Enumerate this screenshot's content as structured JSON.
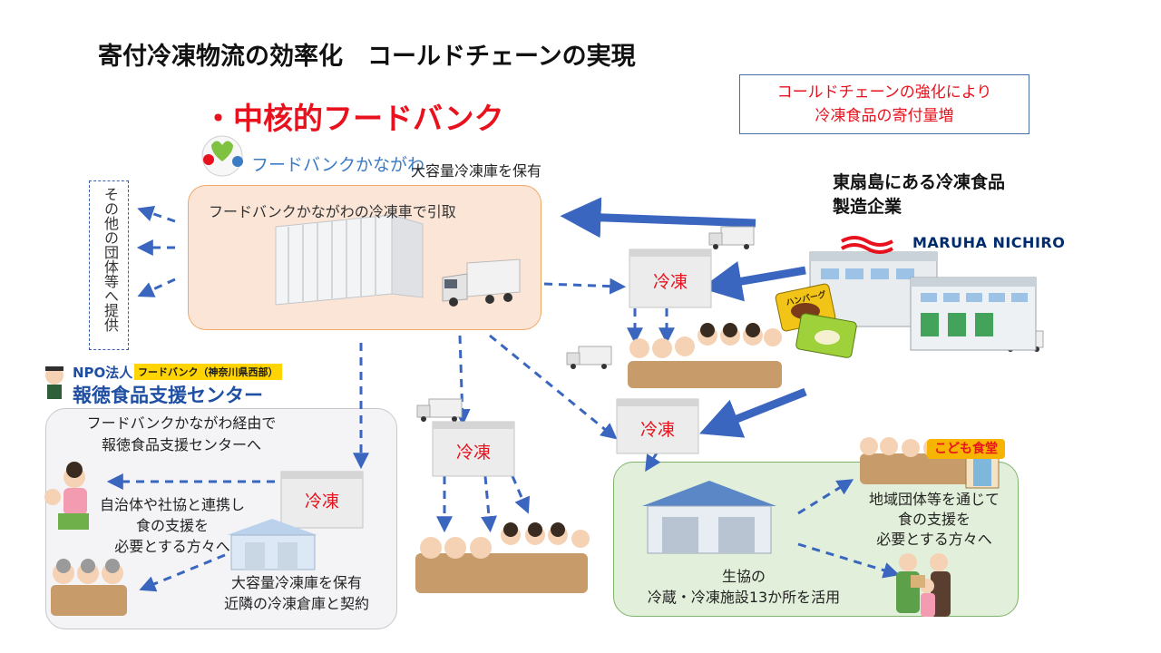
{
  "title": "寄付冷凍物流の効率化　コールドチェーンの実現",
  "bullet_heading": "・中核的フードバンク",
  "callout": {
    "line1": "コールドチェーンの強化により",
    "line2": "冷凍食品の寄付量増"
  },
  "fbk": {
    "logo_text": "フードバンクかながわ",
    "storage_note": "大容量冷凍庫を保有",
    "truck_pickup": "フードバンクかながわの冷凍車で引取"
  },
  "other_groups": "その他の団体等へ提供",
  "company": {
    "line1": "東扇島にある冷凍食品",
    "line2": "製造企業",
    "logo": "MARUHA NICHIRO"
  },
  "freezer_label": "冷凍",
  "npo": {
    "prefix": "NPO法人",
    "tag": "フードバンク（神奈川県西部）",
    "name": "報徳食品支援センター",
    "via_line1": "フードバンクかながわ経由で",
    "via_line2": "報徳食品支援センターへ",
    "people_line1": "自治体や社協と連携し",
    "people_line2": "食の支援を",
    "people_line3": "必要とする方々へ",
    "warehouse_line1": "大容量冷凍庫を保有",
    "warehouse_line2": "近隣の冷凍倉庫と契約"
  },
  "coop": {
    "line1": "生協の",
    "line2": "冷蔵・冷凍施設13か所を活用",
    "groups_line1": "地域団体等を通じて",
    "groups_line2": "食の支援を",
    "groups_line3": "必要とする方々へ",
    "kodomo_sign": "こども食堂"
  },
  "food_pack_label": "ハンバーグ",
  "colors": {
    "accent_red": "#e8121e",
    "arrow_blue": "#3a66c0",
    "main_box": "#fbe5d6",
    "green_box": "#e2efda",
    "gray_box": "#f4f4f6"
  }
}
